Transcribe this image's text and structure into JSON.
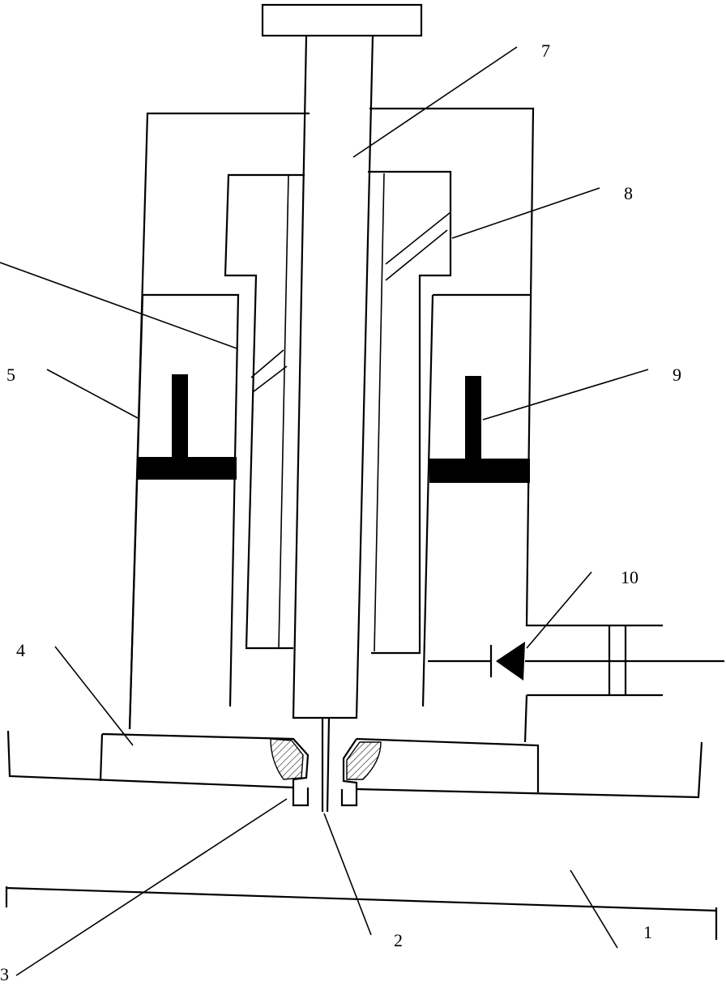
{
  "labels": {
    "l1": "1",
    "l2": "2",
    "l3": "3",
    "l4": "4",
    "l5": "5",
    "l7": "7",
    "l8": "8",
    "l9": "9",
    "l10": "10"
  }
}
